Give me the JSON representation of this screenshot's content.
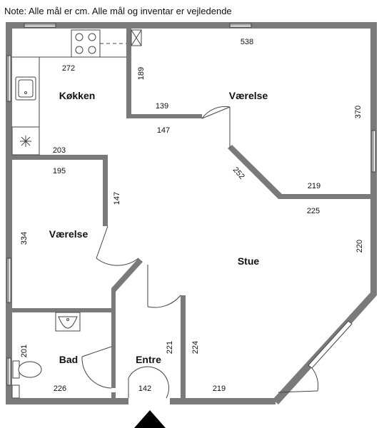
{
  "note": "Note: Alle mål er cm. Alle mål og inventar er vejledende",
  "rooms": {
    "kitchen": "Køkken",
    "bedroom_top": "Værelse",
    "bedroom_left": "Værelse",
    "living": "Stue",
    "bath": "Bad",
    "entry": "Entre"
  },
  "dimensions": {
    "top_width": "538",
    "kitchen_width": "272",
    "kitchen_wall": "189",
    "bedroom_top_wall": "139",
    "bedroom_top_door_wall": "147",
    "bedroom_top_height": "370",
    "kitchen_bottom": "203",
    "diagonal_wall": "252",
    "bedroom_top_bottom": "219",
    "bedroom_left_top": "195",
    "bedroom_left_wall": "147",
    "living_top": "225",
    "bedroom_left_height": "334",
    "living_height": "220",
    "bath_height": "201",
    "entry_wall": "221",
    "living_wall": "224",
    "bath_width": "226",
    "entry_width": "142",
    "living_bottom": "219"
  }
}
